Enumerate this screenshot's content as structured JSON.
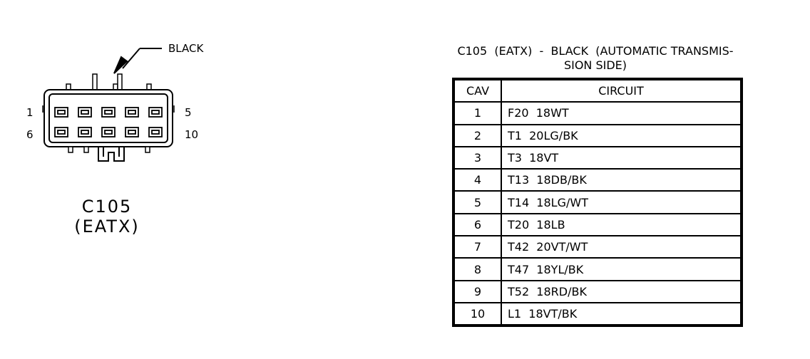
{
  "connector": {
    "color_callout": "BLACK",
    "pins": {
      "top_left": "1",
      "top_right": "5",
      "bottom_left": "6",
      "bottom_right": "10"
    },
    "name": "C105",
    "subname": "(EATX)"
  },
  "table": {
    "title_line1": "C105  (EATX)  -  BLACK  (AUTOMATIC TRANSMIS-",
    "title_line2": "SION SIDE)",
    "headers": {
      "cav": "CAV",
      "circuit": "CIRCUIT"
    },
    "rows": [
      {
        "cav": "1",
        "circuit": "F20  18WT"
      },
      {
        "cav": "2",
        "circuit": "T1  20LG/BK"
      },
      {
        "cav": "3",
        "circuit": "T3  18VT"
      },
      {
        "cav": "4",
        "circuit": "T13  18DB/BK"
      },
      {
        "cav": "5",
        "circuit": "T14  18LG/WT"
      },
      {
        "cav": "6",
        "circuit": "T20  18LB"
      },
      {
        "cav": "7",
        "circuit": "T42  20VT/WT"
      },
      {
        "cav": "8",
        "circuit": "T47  18YL/BK"
      },
      {
        "cav": "9",
        "circuit": "T52  18RD/BK"
      },
      {
        "cav": "10",
        "circuit": "L1  18VT/BK"
      }
    ]
  }
}
